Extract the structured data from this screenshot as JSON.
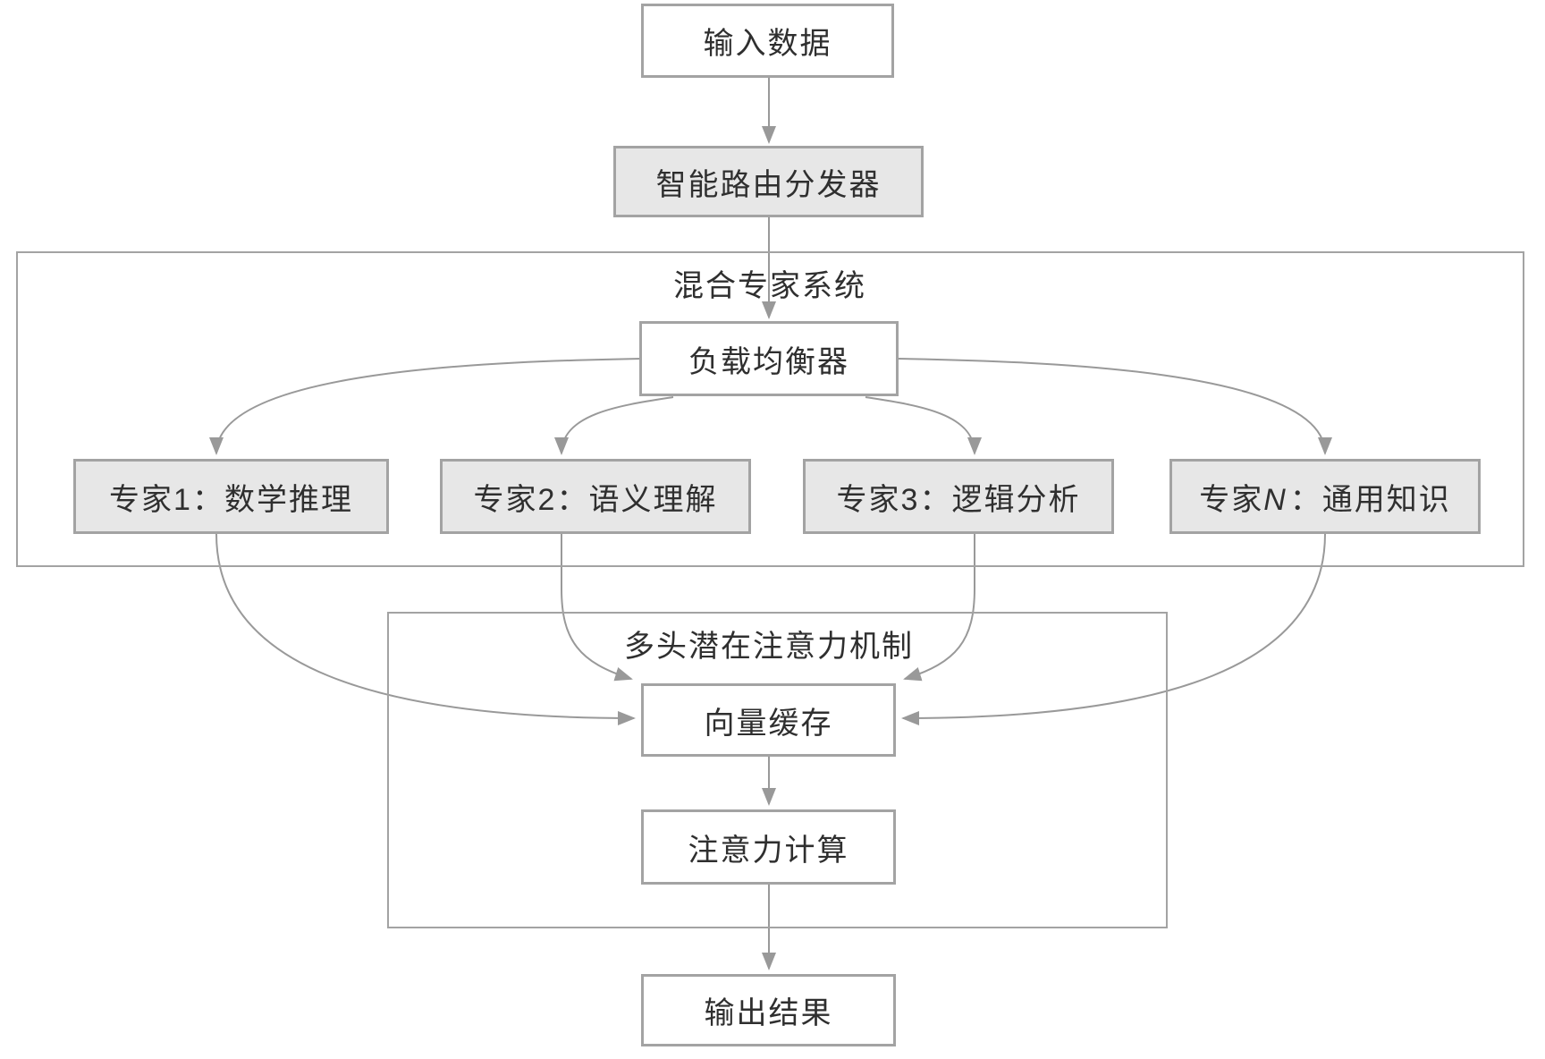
{
  "diagram": {
    "nodes": {
      "input": {
        "label": "输入数据"
      },
      "router": {
        "label": "智能路由分发器"
      },
      "balancer": {
        "label": "负载均衡器"
      },
      "expert1": {
        "label": "专家1：数学推理"
      },
      "expert2": {
        "label": "专家2：语义理解"
      },
      "expert3": {
        "label": "专家3：逻辑分析"
      },
      "expertN": {
        "prefix": "专家",
        "variable": "N",
        "suffix": "：通用知识"
      },
      "vector_cache": {
        "label": "向量缓存"
      },
      "attention": {
        "label": "注意力计算"
      },
      "output": {
        "label": "输出结果"
      }
    },
    "containers": {
      "moe": {
        "label": "混合专家系统"
      },
      "mla": {
        "label": "多头潜在注意力机制"
      }
    },
    "colors": {
      "box_border": "#a3a3a3",
      "connector": "#999999",
      "gray_node_fill": "#e7e7e7",
      "white_node_fill": "#ffffff",
      "text": "#2f2f2f",
      "background": "#ffffff"
    }
  }
}
